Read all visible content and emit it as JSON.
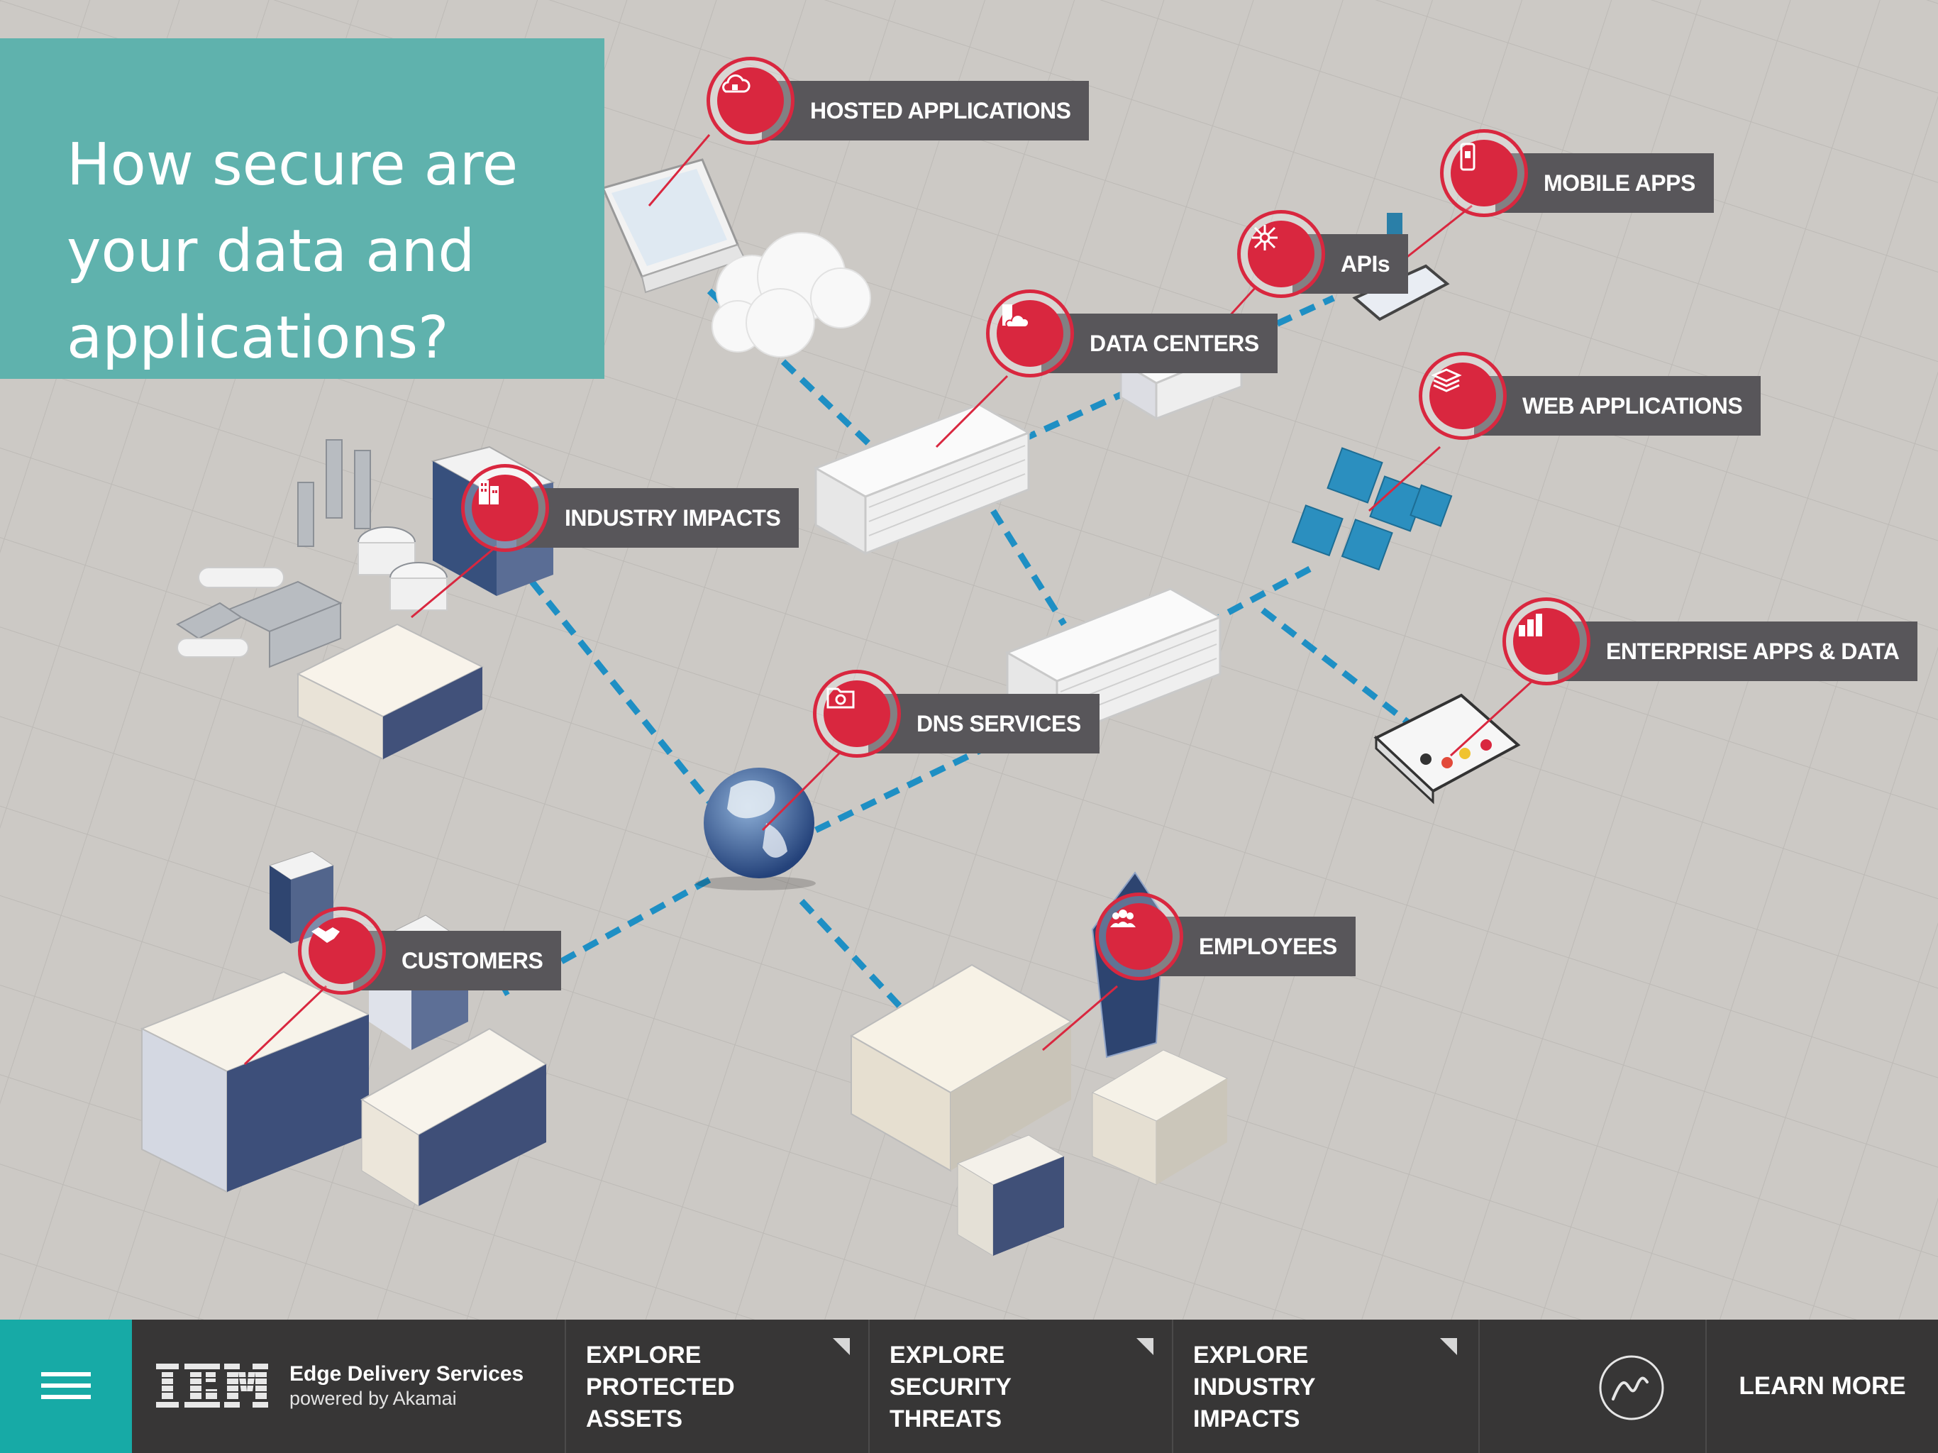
{
  "headline": {
    "line1": "How secure are",
    "line2": "your data and",
    "line3": "applications?"
  },
  "hotspots": [
    {
      "id": "hosted-applications",
      "label": "HOSTED APPLICATIONS",
      "icon": "cloud-icon"
    },
    {
      "id": "mobile-apps",
      "label": "MOBILE APPS",
      "icon": "mobile-icon"
    },
    {
      "id": "apis",
      "label": "APIs",
      "icon": "network-icon"
    },
    {
      "id": "data-centers",
      "label": "DATA CENTERS",
      "icon": "server-cloud-icon"
    },
    {
      "id": "web-applications",
      "label": "WEB APPLICATIONS",
      "icon": "layers-icon"
    },
    {
      "id": "industry-impacts",
      "label": "INDUSTRY IMPACTS",
      "icon": "building-icon"
    },
    {
      "id": "enterprise-apps",
      "label": "ENTERPRISE APPS & DATA",
      "icon": "bar-chart-icon"
    },
    {
      "id": "dns-services",
      "label": "DNS SERVICES",
      "icon": "folder-icon"
    },
    {
      "id": "customers",
      "label": "CUSTOMERS",
      "icon": "handshake-icon"
    },
    {
      "id": "employees",
      "label": "EMPLOYEES",
      "icon": "people-icon"
    }
  ],
  "footer": {
    "menu_icon": "hamburger-icon",
    "brand": {
      "logo": "IBM",
      "title": "Edge Delivery Services",
      "subtitle": "powered by Akamai"
    },
    "nav": [
      {
        "label": "EXPLORE PROTECTED ASSETS"
      },
      {
        "label": "EXPLORE SECURITY THREATS"
      },
      {
        "label": "EXPLORE INDUSTRY IMPACTS"
      }
    ],
    "signal_icon": "akamai-wave-icon",
    "learn_more": "LEARN MORE"
  },
  "colors": {
    "accent_red": "#d9273f",
    "teal": "#5fb2ad",
    "footer_bg": "#373636",
    "label_bg": "#58565a",
    "link_blue": "#1e8fc4"
  }
}
